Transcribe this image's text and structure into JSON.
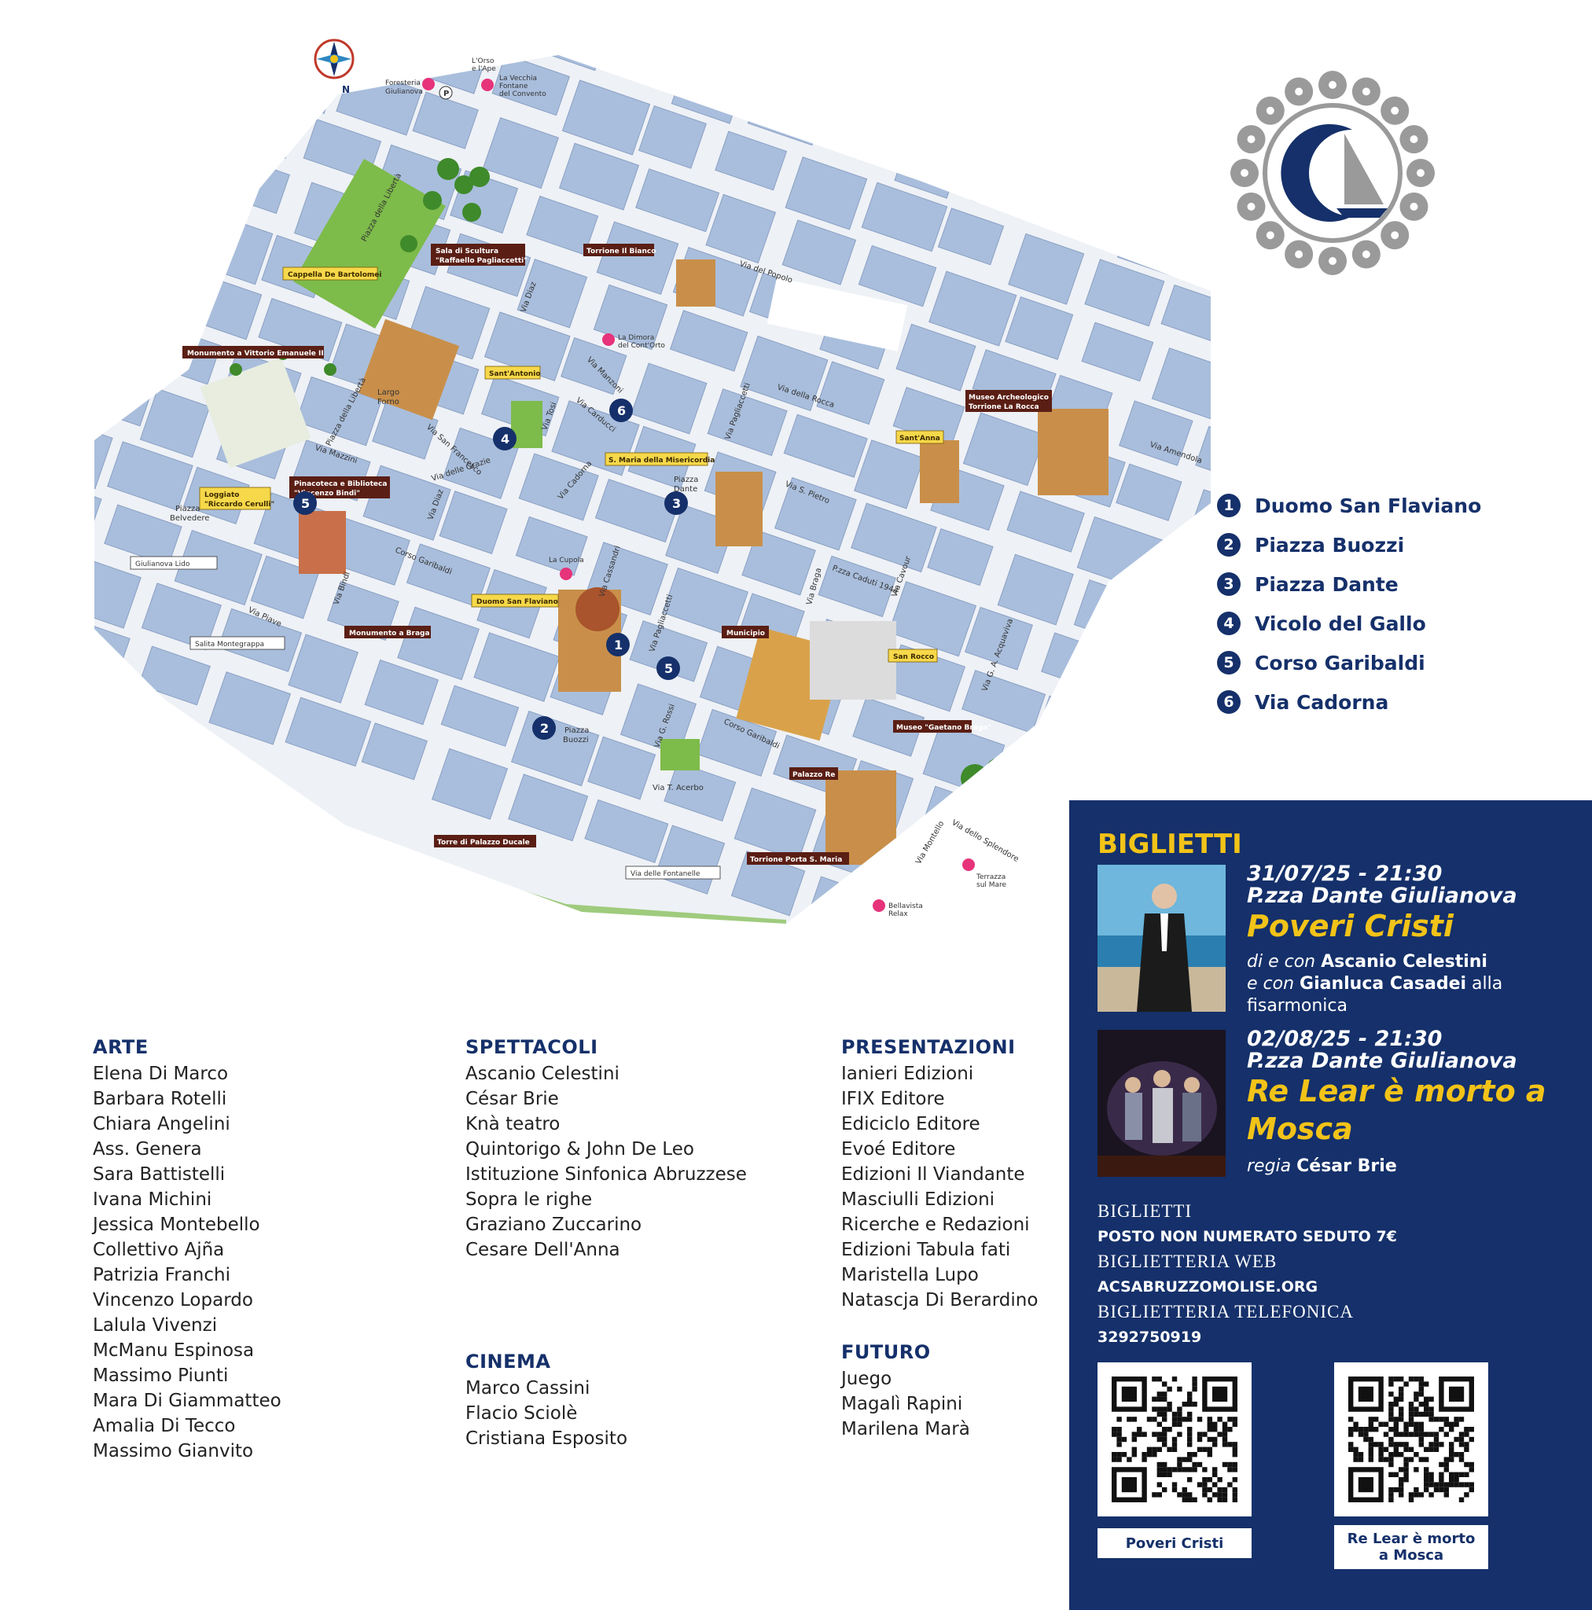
{
  "map": {
    "compass_label": "N",
    "legend": [
      {
        "number": "1",
        "name": "Duomo San Flaviano"
      },
      {
        "number": "2",
        "name": "Piazza Buozzi"
      },
      {
        "number": "3",
        "name": "Piazza Dante"
      },
      {
        "number": "4",
        "name": "Vicolo del Gallo"
      },
      {
        "number": "5",
        "name": "Corso Garibaldi"
      },
      {
        "number": "6",
        "name": "Via Cadorna"
      }
    ],
    "yellow_labels": {
      "cappella": "Cappella De Bartolomei",
      "santantonio": "Sant'Antonio",
      "misericordia": "S. Maria della Misericordia",
      "loggiato1": "Loggiato",
      "loggiato2": "\"Riccardo Cerulli\"",
      "duomo": "Duomo San Flaviano",
      "santanna": "Sant'Anna",
      "sanrocco": "San Rocco"
    },
    "brown_labels": {
      "sala1": "Sala di Scultura",
      "sala2": "\"Raffaello Pagliaccetti\"",
      "torrione_bianco": "Torrione Il Bianco",
      "monumento_ve": "Monumento a Vittorio Emanuele II",
      "pinacoteca1": "Pinacoteca e Biblioteca",
      "pinacoteca2": "\"Vincenzo Bindi\"",
      "monumento_braga": "Monumento a Braga",
      "municipio": "Municipio",
      "museo_arch1": "Museo Archeologico",
      "museo_arch2": "Torrione La Rocca",
      "museo_braga": "Museo \"Gaetano Braga\"",
      "palazzo_re": "Palazzo Re",
      "torre_ducale": "Torre di Palazzo Ducale",
      "porta_smaria": "Torrione Porta S. Maria"
    },
    "white_labels": {
      "lido": "Giulianova Lido",
      "montegrappa": "Salita Montegrappa",
      "fontanelle": "Via delle Fontanelle"
    },
    "streets": {
      "piazza_liberta": "Piazza della Libertà",
      "via_liberta": "Piazza della Libertà",
      "via_popolo": "Via del Popolo",
      "via_diaz_top": "Via Diaz",
      "largo_forno1": "Largo",
      "largo_forno2": "Forno",
      "via_mazzini": "Via Mazzini",
      "via_sanfrancesco": "Via San Francesco",
      "via_manzoni": "Via Manzoni",
      "via_carducci": "Via Carducci",
      "via_tosi": "Via Tosi",
      "via_rocca": "Via della Rocca",
      "via_pagliaccetti_top": "Via Pagliaccetti",
      "via_amendola": "Via Amendola",
      "piazza_belvedere1": "Piazza",
      "piazza_belvedere2": "Belvedere",
      "via_diaz": "Via Diaz",
      "via_grazie": "Via delle Grazie",
      "via_cadorna": "Via Cadorna",
      "piazza_dante1": "Piazza",
      "piazza_dante2": "Dante",
      "via_spietro": "Via S. Pietro",
      "corso_garibaldi_left": "Corso Garibaldi",
      "via_bindi": "Via Bindi",
      "via_piave": "Via Piave",
      "via_cassandri": "Via Cassandri",
      "via_pagliaccetti": "Via Pagliaccetti",
      "via_braga": "Via Braga",
      "pza_caduti": "P.zza Caduti 1944",
      "via_cavour": "Via Cavour",
      "via_acquaviva": "Via G. A. Acquaviva",
      "corso_garibaldi_right": "Corso Garibaldi",
      "piazza_buozzi1": "Piazza",
      "piazza_buozzi2": "Buozzi",
      "via_rossi": "Via G. Rossi",
      "via_acerbo": "Via T. Acerbo",
      "via_montello": "Via Montello",
      "via_splendore": "Via dello Splendore"
    },
    "pois": {
      "foresteria1": "Foresteria",
      "foresteria2": "Giulianova",
      "orso1": "L'Orso",
      "orso2": "e l'Ape",
      "fontane1": "La Vecchia",
      "fontane2": "Fontane",
      "fontane3": "del Convento",
      "dimora1": "La Dimora",
      "dimora2": "del Cont'Orto",
      "cupola": "La Cupola",
      "terrazza1": "Terrazza",
      "terrazza2": "sul Mare",
      "bellavista1": "Bellavista",
      "bellavista2": "Relax"
    }
  },
  "credits": {
    "arte": {
      "heading": "ARTE",
      "names": [
        "Elena Di Marco",
        "Barbara Rotelli",
        "Chiara Angelini",
        "Ass. Genera",
        "Sara Battistelli",
        "Ivana Michini",
        "Jessica Montebello",
        "Collettivo Ajña",
        "Patrizia Franchi",
        "Vincenzo Lopardo",
        "Lalula Vivenzi",
        "McManu Espinosa",
        "Massimo Piunti",
        "Mara Di Giammatteo",
        "Amalia Di Tecco",
        "Massimo Gianvito"
      ]
    },
    "spettacoli": {
      "heading": "SPETTACOLI",
      "names": [
        "Ascanio Celestini",
        "César Brie",
        "Knà teatro",
        "Quintorigo & John De Leo",
        "Istituzione Sinfonica Abruzzese",
        "Sopra le righe",
        "Graziano Zuccarino",
        "Cesare Dell'Anna"
      ]
    },
    "cinema": {
      "heading": "CINEMA",
      "names": [
        "Marco Cassini",
        "Flacio Sciolè",
        "Cristiana Esposito"
      ]
    },
    "presentazioni": {
      "heading": "PRESENTAZIONI",
      "names": [
        "Ianieri Edizioni",
        "IFIX Editore",
        "Ediciclo Editore",
        "Evoé Editore",
        "Edizioni Il Viandante",
        "Masciulli Edizioni",
        "Ricerche e Redazioni",
        "Edizioni Tabula fati",
        "Maristella Lupo",
        "Natascja Di Berardino"
      ]
    },
    "futuro": {
      "heading": "FUTURO",
      "names": [
        "Juego",
        "Magalì Rapini",
        "Marilena Marà"
      ]
    }
  },
  "tickets": {
    "title": "BIGLIETTI",
    "shows": [
      {
        "date": "31/07/25 - 21:30",
        "venue": "P.zza Dante Giulianova",
        "title_line1": "Poveri Cristi",
        "credit1_pre": "di e con ",
        "credit1_name": "Ascanio Celestini",
        "credit2_pre": "e con ",
        "credit2_name": "Gianluca Casadei",
        "credit2_post": " alla fisarmonica"
      },
      {
        "date": "02/08/25 - 21:30",
        "venue": "P.zza Dante Giulianova",
        "title_line1": "Re Lear è morto a",
        "title_line2": "Mosca",
        "credit1_pre": "regia ",
        "credit1_name": "César Brie"
      }
    ],
    "info": {
      "biglietti_h": "BIGLIETTI",
      "biglietti_v": "POSTO NON NUMERATO SEDUTO 7€",
      "web_h": "BIGLIETTERIA WEB",
      "web_v": "ACSABRUZZOMOLISE.ORG",
      "tel_h": "BIGLIETTERIA TELEFONICA",
      "tel_v": "3292750919"
    },
    "qr": [
      {
        "label": "Poveri Cristi"
      },
      {
        "label_line1": "Re Lear è morto",
        "label_line2": "a Mosca"
      }
    ]
  },
  "colors": {
    "navy": "#15306a",
    "yellow": "#f2c318",
    "block": "#a9bedc",
    "road": "#eef1f6",
    "green": "#7dbb4a",
    "brown": "#5a1e14",
    "tag_yellow": "#f6d84a"
  }
}
